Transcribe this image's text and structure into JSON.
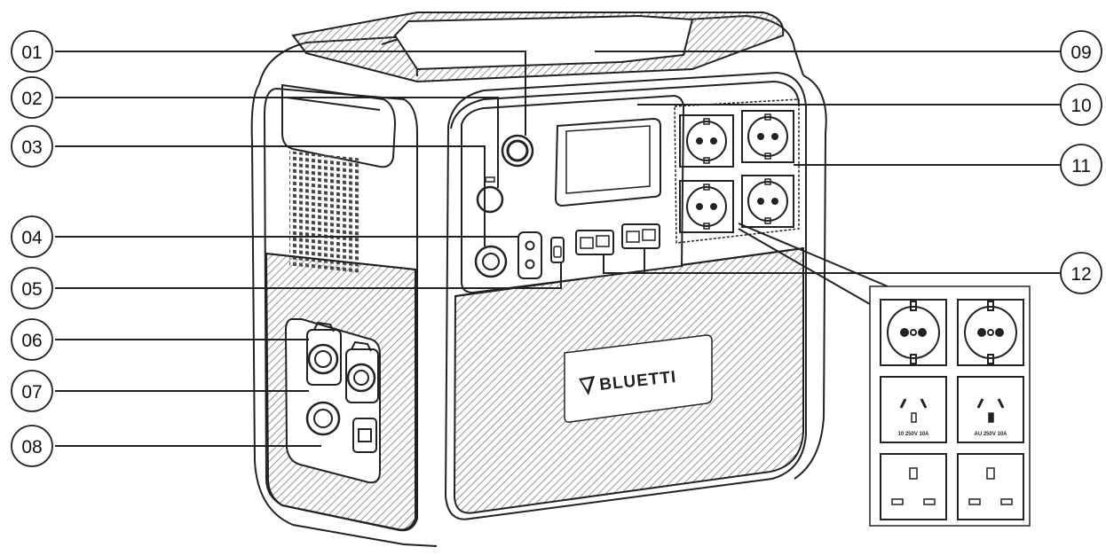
{
  "callouts": [
    {
      "number": "01",
      "target": "power-button"
    },
    {
      "number": "02",
      "target": "dc-button"
    },
    {
      "number": "03",
      "target": "dc-output-12v"
    },
    {
      "number": "04",
      "target": "dc-5521-ports"
    },
    {
      "number": "05",
      "target": "usb-c-port"
    },
    {
      "number": "06",
      "target": "ac-solar-input-port"
    },
    {
      "number": "07",
      "target": "dc-input-port"
    },
    {
      "number": "08",
      "target": "expansion-port"
    },
    {
      "number": "09",
      "target": "wireless-charging-pad"
    },
    {
      "number": "10",
      "target": "lcd-display"
    },
    {
      "number": "11",
      "target": "ac-outlets"
    },
    {
      "number": "12",
      "target": "usb-a-ports"
    }
  ],
  "brand": {
    "logo_text": "BLUETTI"
  },
  "socket_variants": {
    "au_left_label": "10 250V 10A",
    "au_right_label": "AU 250V 10A"
  },
  "colors": {
    "line": "#222222",
    "background": "#ffffff",
    "hatch": "#555555"
  }
}
